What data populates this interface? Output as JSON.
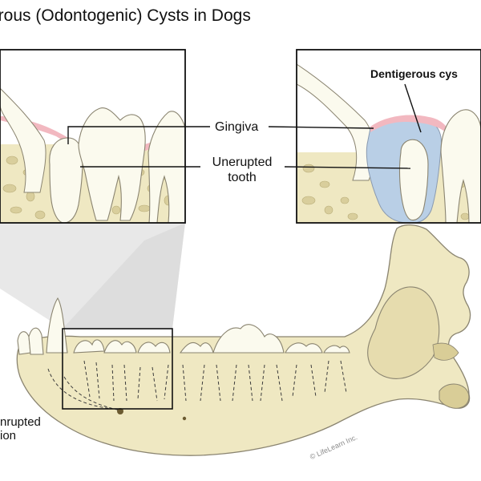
{
  "title": "erous (Odontogenic) Cysts in Dogs",
  "labels": {
    "gingiva": "Gingiva",
    "unerupted_tooth_line1": "Unerupted",
    "unerupted_tooth_line2": "tooth",
    "dentigerous_cyst": "Dentigerous cys",
    "unerupted_region_line1": "nrupted",
    "unerupted_region_line2": "ion"
  },
  "watermark": "© LifeLearn Inc.",
  "colors": {
    "bone": "#efe8c2",
    "bone_outline": "#8a8470",
    "tooth": "#fbfaee",
    "gingiva": "#f2b8c0",
    "cyst": "#b9cfe6",
    "trabecular": "#d9ce9c",
    "shadow": "#e2e2e2"
  },
  "icons": [
    "magnifier-callout-left",
    "magnifier-callout-right"
  ]
}
